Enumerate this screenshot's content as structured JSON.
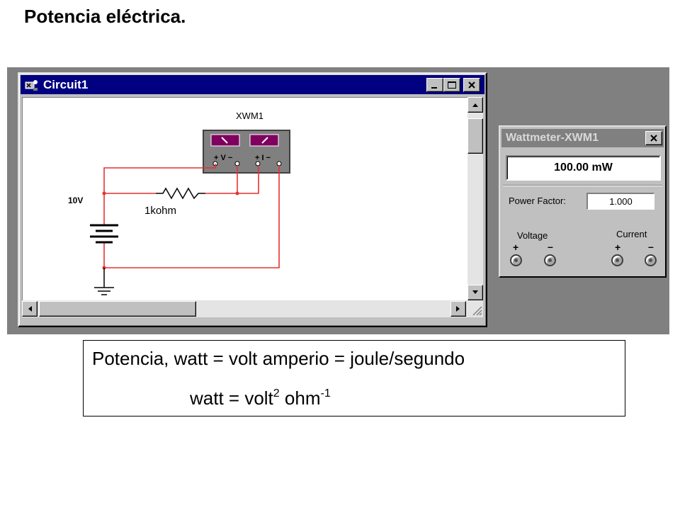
{
  "page_title": "Potencia eléctrica.",
  "circuit_window": {
    "title": "Circuit1",
    "instrument_label": "XWM1",
    "meter_terminals_voltage": "+ V −",
    "meter_terminals_current": "+ I −",
    "source_label": "10V",
    "resistor_label": "1kohm",
    "wire_color": "#e83030"
  },
  "wattmeter_window": {
    "title": "Wattmeter-XWM1",
    "reading": "100.00 mW",
    "power_factor_label": "Power Factor:",
    "power_factor_value": "1.000",
    "voltage_label": "Voltage",
    "current_label": "Current",
    "plus_sign": "+",
    "minus_sign": "–"
  },
  "formula": {
    "line1": "Potencia, watt = volt amperio = joule/segundo",
    "line2_prefix": "watt = volt",
    "line2_exp1": "2",
    "line2_middle": " ohm",
    "line2_exp2": "-1"
  },
  "colors": {
    "titlebar_active": "#000080",
    "titlebar_inactive": "#808080",
    "window_face": "#c0c0c0",
    "wire": "#e83030"
  }
}
